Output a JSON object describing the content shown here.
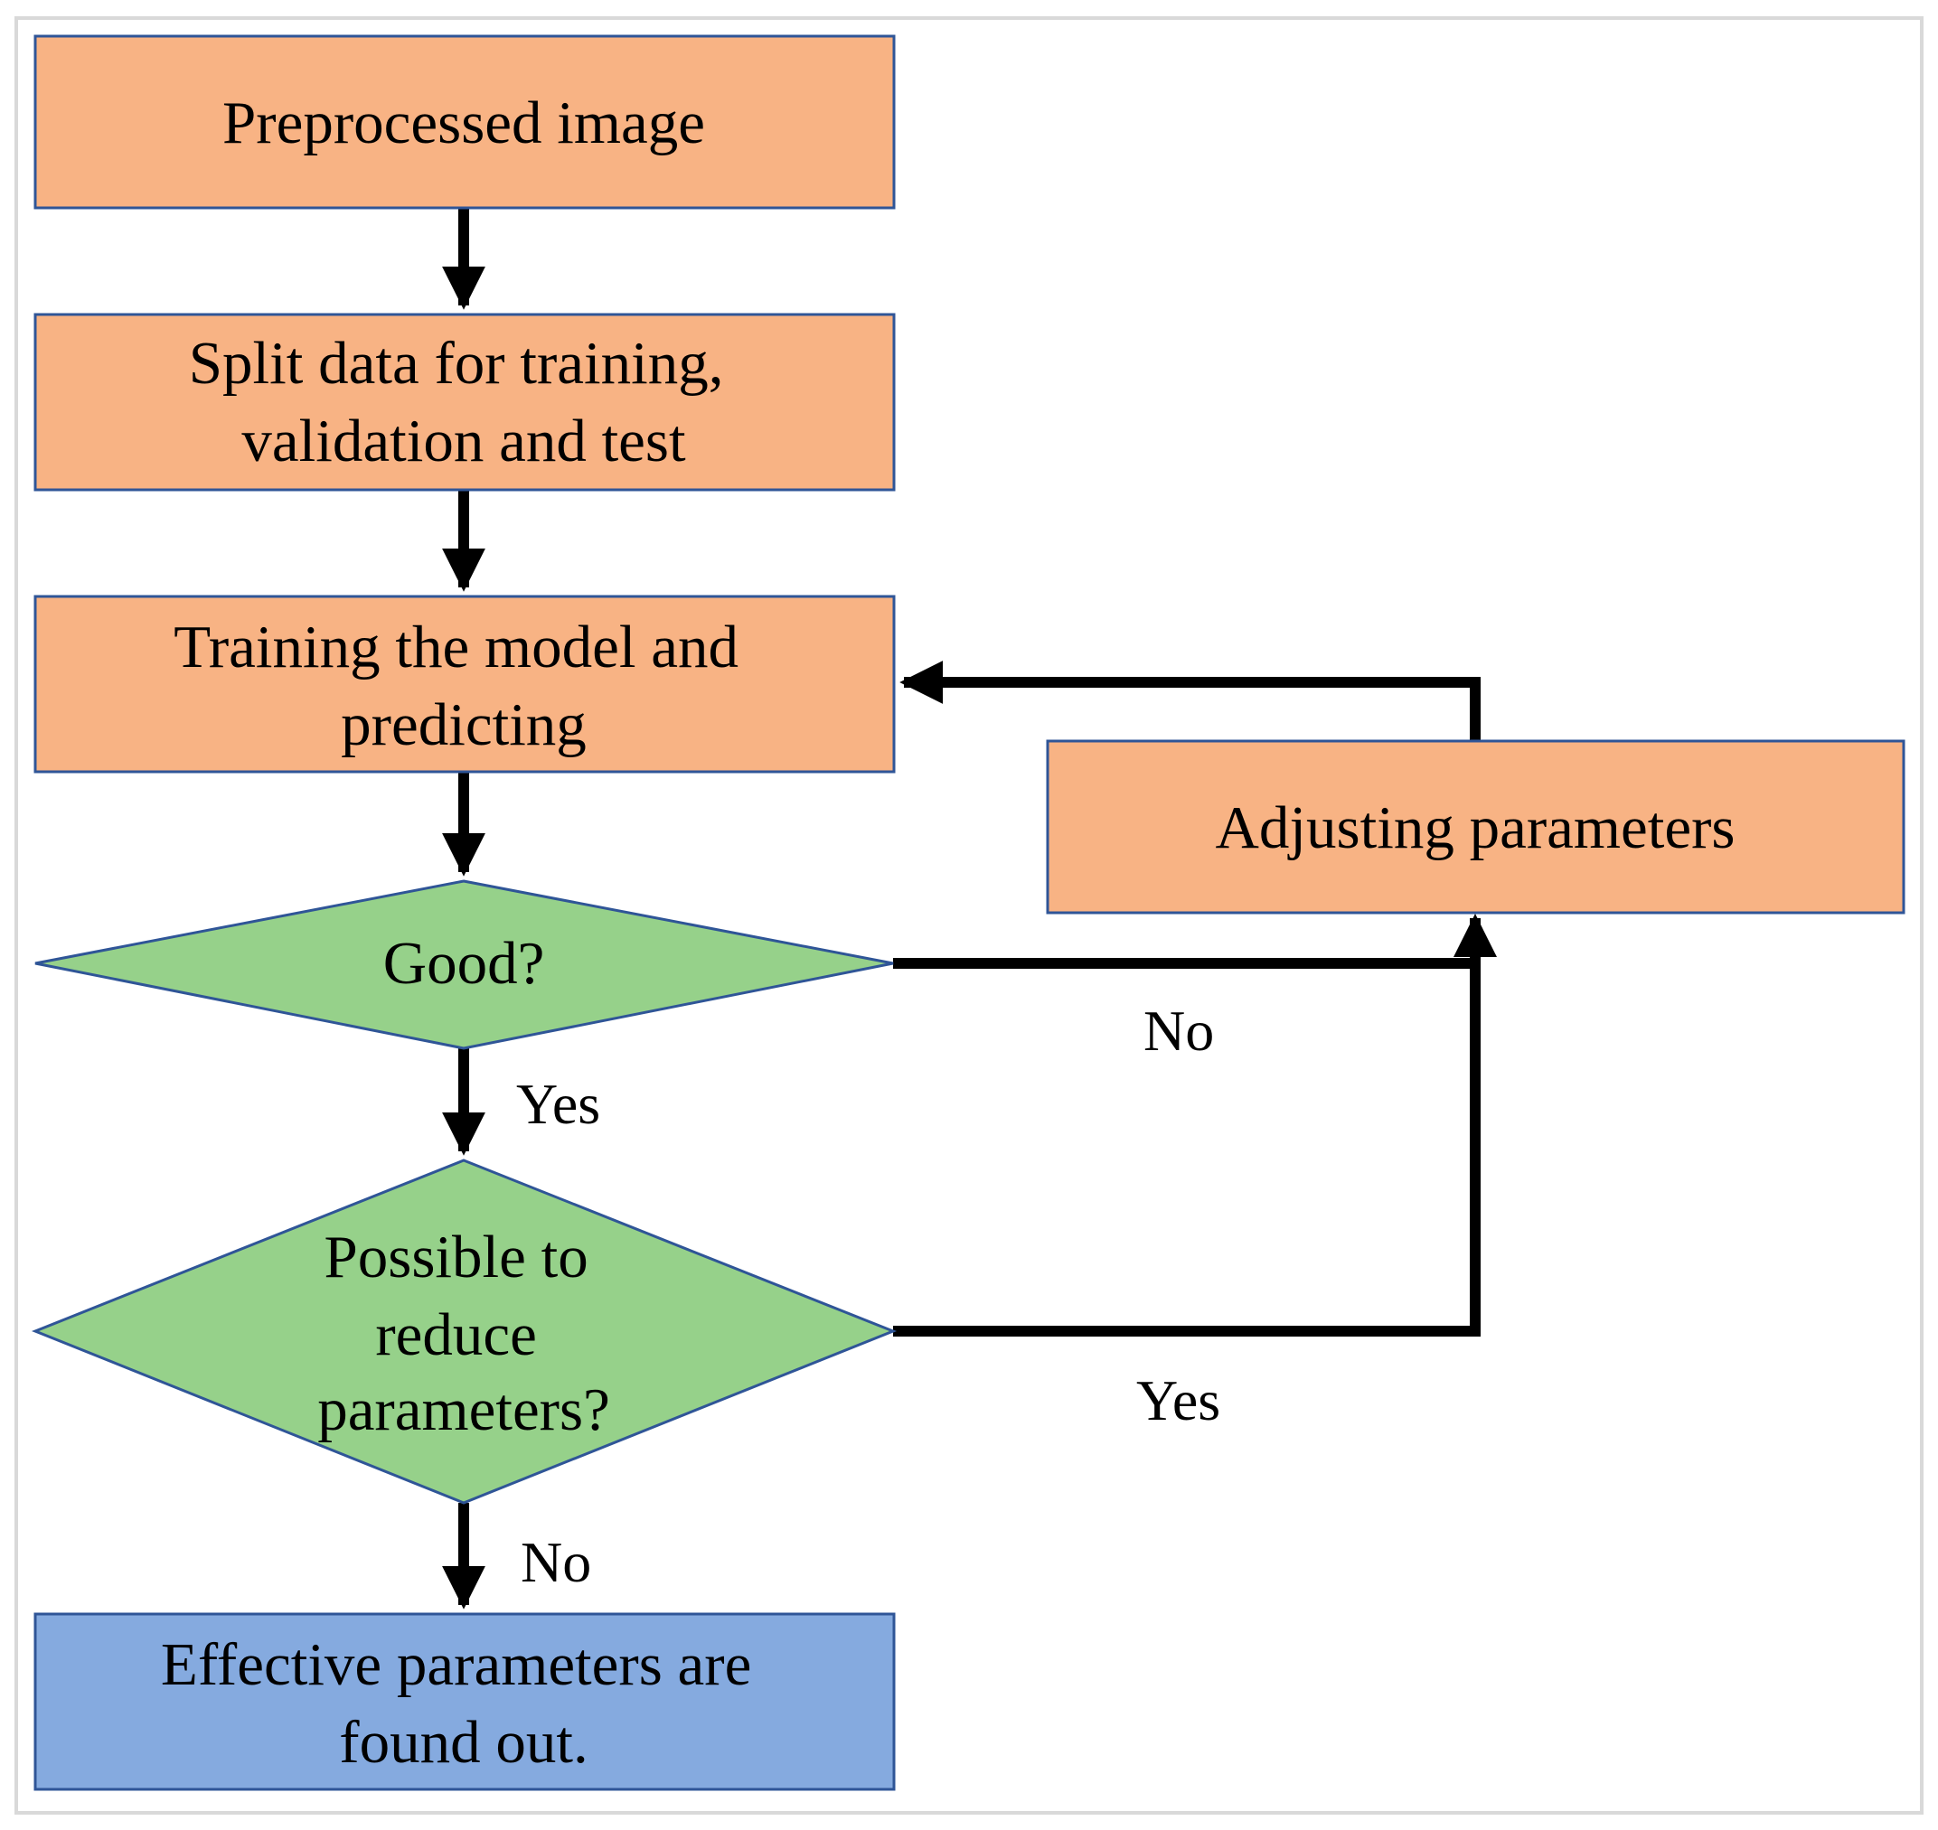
{
  "diagram": {
    "type": "flowchart",
    "colors": {
      "process_fill": "#F8B384",
      "process_stroke": "#2F5597",
      "decision_fill": "#96D18A",
      "decision_stroke": "#2F5597",
      "terminal_fill": "#85AADF",
      "terminal_stroke": "#2F5597",
      "arrow": "#000000",
      "frame": "#D9D9D9"
    },
    "nodes": {
      "preprocessed_image": {
        "shape": "rectangle",
        "lines": [
          "Preprocessed image"
        ]
      },
      "split_data": {
        "shape": "rectangle",
        "lines": [
          "Split data for training,",
          "validation and test"
        ]
      },
      "training": {
        "shape": "rectangle",
        "lines": [
          "Training the model and",
          "predicting"
        ]
      },
      "adjusting": {
        "shape": "rectangle",
        "lines": [
          "Adjusting parameters"
        ]
      },
      "good": {
        "shape": "diamond",
        "lines": [
          "Good?"
        ]
      },
      "possible_reduce": {
        "shape": "diamond",
        "lines": [
          "Possible to",
          "reduce",
          "parameters?"
        ]
      },
      "effective": {
        "shape": "rectangle",
        "lines": [
          "Effective parameters are",
          "found out."
        ]
      }
    },
    "edges": [
      {
        "from": "preprocessed_image",
        "to": "split_data",
        "label": ""
      },
      {
        "from": "split_data",
        "to": "training",
        "label": ""
      },
      {
        "from": "training",
        "to": "good",
        "label": ""
      },
      {
        "from": "good",
        "to": "possible_reduce",
        "label": "Yes"
      },
      {
        "from": "good",
        "to": "adjusting",
        "label": "No"
      },
      {
        "from": "possible_reduce",
        "to": "adjusting",
        "label": "Yes"
      },
      {
        "from": "adjusting",
        "to": "training",
        "label": ""
      },
      {
        "from": "possible_reduce",
        "to": "effective",
        "label": "No"
      }
    ]
  }
}
